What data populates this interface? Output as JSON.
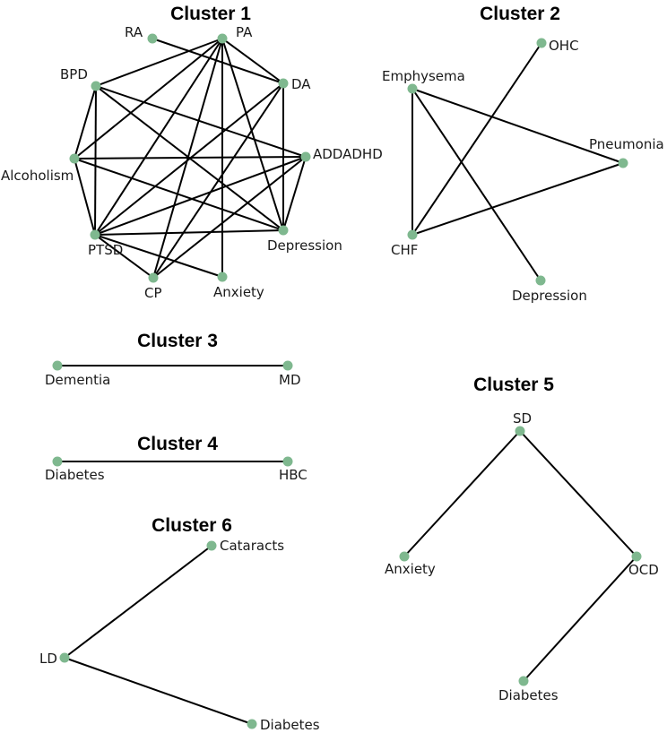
{
  "colors": {
    "node": "#7fb88f",
    "edge": "#000000",
    "text": "#1a1a1a"
  },
  "clusters": [
    {
      "title": "Cluster 1",
      "nodes": [
        "RA",
        "PA",
        "BPD",
        "DA",
        "Alcoholism",
        "ADDADHD",
        "PTSD",
        "Depression",
        "CP",
        "Anxiety"
      ],
      "edges": [
        [
          "RA",
          "DA"
        ],
        [
          "PA",
          "BPD"
        ],
        [
          "PA",
          "Alcoholism"
        ],
        [
          "PA",
          "PTSD"
        ],
        [
          "PA",
          "CP"
        ],
        [
          "PA",
          "Anxiety"
        ],
        [
          "PA",
          "Depression"
        ],
        [
          "PA",
          "DA"
        ],
        [
          "BPD",
          "Alcoholism"
        ],
        [
          "BPD",
          "PTSD"
        ],
        [
          "BPD",
          "ADDADHD"
        ],
        [
          "BPD",
          "Depression"
        ],
        [
          "DA",
          "PTSD"
        ],
        [
          "DA",
          "CP"
        ],
        [
          "DA",
          "Depression"
        ],
        [
          "Alcoholism",
          "ADDADHD"
        ],
        [
          "Alcoholism",
          "Depression"
        ],
        [
          "Alcoholism",
          "PTSD"
        ],
        [
          "ADDADHD",
          "PTSD"
        ],
        [
          "ADDADHD",
          "CP"
        ],
        [
          "ADDADHD",
          "Depression"
        ],
        [
          "PTSD",
          "Depression"
        ],
        [
          "PTSD",
          "Anxiety"
        ],
        [
          "PTSD",
          "CP"
        ]
      ]
    },
    {
      "title": "Cluster 2",
      "nodes": [
        "OHC",
        "Emphysema",
        "Pneumonia",
        "CHF",
        "Depression"
      ],
      "edges": [
        [
          "Emphysema",
          "CHF"
        ],
        [
          "Emphysema",
          "Pneumonia"
        ],
        [
          "Emphysema",
          "Depression"
        ],
        [
          "OHC",
          "CHF"
        ],
        [
          "CHF",
          "Pneumonia"
        ]
      ]
    },
    {
      "title": "Cluster 3",
      "nodes": [
        "Dementia",
        "MD"
      ],
      "edges": [
        [
          "Dementia",
          "MD"
        ]
      ]
    },
    {
      "title": "Cluster 4",
      "nodes": [
        "Diabetes",
        "HBC"
      ],
      "edges": [
        [
          "Diabetes",
          "HBC"
        ]
      ]
    },
    {
      "title": "Cluster 5",
      "nodes": [
        "SD",
        "Anxiety",
        "OCD",
        "Diabetes"
      ],
      "edges": [
        [
          "SD",
          "Anxiety"
        ],
        [
          "SD",
          "OCD"
        ],
        [
          "OCD",
          "Diabetes"
        ]
      ]
    },
    {
      "title": "Cluster 6",
      "nodes": [
        "Cataracts",
        "LD",
        "Diabetes"
      ],
      "edges": [
        [
          "LD",
          "Cataracts"
        ],
        [
          "LD",
          "Diabetes"
        ]
      ]
    }
  ]
}
